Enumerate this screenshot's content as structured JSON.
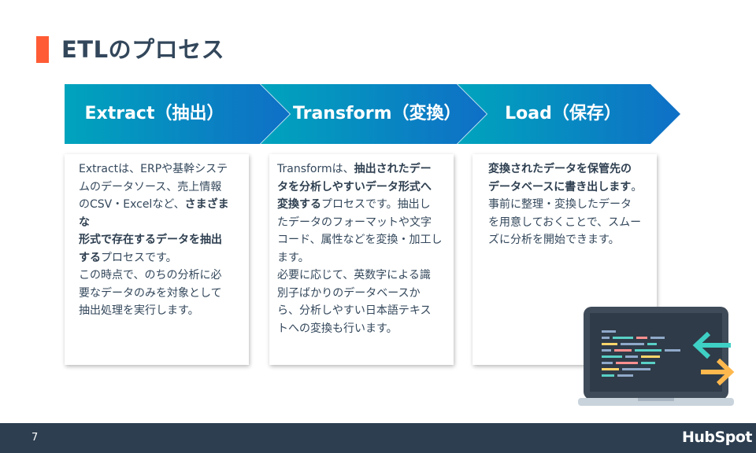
{
  "slide": {
    "title": "ETLのプロセス",
    "page_number": "7",
    "logo": "HubSpot"
  },
  "steps": [
    {
      "label": "Extract（抽出）",
      "lines": [
        [
          {
            "t": "Extractは、ERPや基幹システ"
          }
        ],
        [
          {
            "t": "ムのデータソース、売上情報"
          }
        ],
        [
          {
            "t": "のCSV・Excelなど、"
          },
          {
            "t": "さまざまな",
            "b": true
          }
        ],
        [
          {
            "t": "形式で存在するデータを抽出",
            "b": true
          }
        ],
        [
          {
            "t": "する",
            "b": true
          },
          {
            "t": "プロセスです。"
          }
        ],
        [
          {
            "t": "この時点で、のちの分析に必"
          }
        ],
        [
          {
            "t": "要なデータのみを対象として"
          }
        ],
        [
          {
            "t": "抽出処理を実行します。"
          }
        ]
      ]
    },
    {
      "label": "Transform（変換）",
      "lines": [
        [
          {
            "t": "Transformは、"
          },
          {
            "t": "抽出されたデー",
            "b": true
          }
        ],
        [
          {
            "t": "タを分析しやすいデータ形式へ",
            "b": true
          }
        ],
        [
          {
            "t": "変換する",
            "b": true
          },
          {
            "t": "プロセスです。抽出し"
          }
        ],
        [
          {
            "t": "たデータのフォーマットや文字"
          }
        ],
        [
          {
            "t": "コード、属性などを変換・加工し"
          }
        ],
        [
          {
            "t": "ます。"
          }
        ],
        [
          {
            "t": "必要に応じて、英数字による識"
          }
        ],
        [
          {
            "t": "別子ばかりのデータベースか"
          }
        ],
        [
          {
            "t": "ら、分析しやすい日本語テキス"
          }
        ],
        [
          {
            "t": "トへの変換も行います。"
          }
        ]
      ]
    },
    {
      "label": "Load（保存）",
      "lines": [
        [
          {
            "t": "変換されたデータを保管先の",
            "b": true
          }
        ],
        [
          {
            "t": "データベースに書き出します",
            "b": true
          },
          {
            "t": "。"
          }
        ],
        [
          {
            "t": "事前に整理・変換したデータ"
          }
        ],
        [
          {
            "t": "を用意しておくことで、スムー"
          }
        ],
        [
          {
            "t": "ズに分析を開始できます。"
          }
        ]
      ]
    }
  ],
  "colors": {
    "accent": "#ff5c35",
    "chevron_start": "#00a4bd",
    "chevron_end": "#0f6fc6",
    "footer": "#2d3e50",
    "text": "#33475b"
  },
  "icons": [
    "laptop-code-icon",
    "arrow-left-icon",
    "arrow-right-icon"
  ]
}
